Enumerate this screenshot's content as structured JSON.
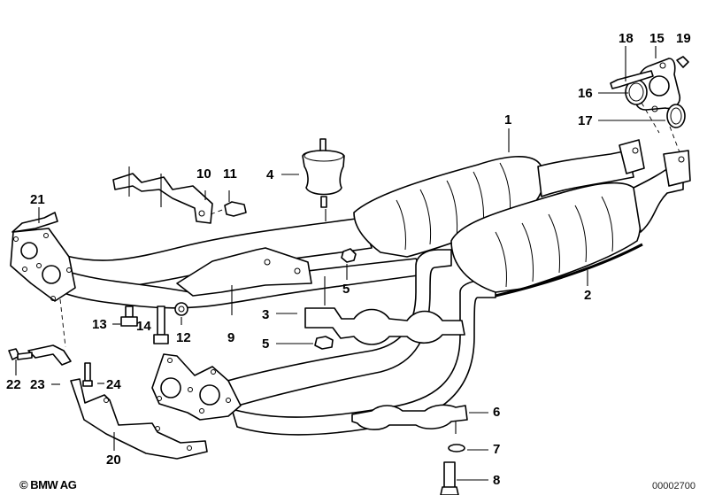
{
  "diagram": {
    "subject": "Catalytic converter / front exhaust pipe assembly",
    "diagram_number": "00002700",
    "copyright": "© BMW AG"
  },
  "callouts": [
    {
      "id": "1",
      "label": "1",
      "part": "catalytic-converter-upper"
    },
    {
      "id": "2",
      "label": "2",
      "part": "catalytic-converter-lower"
    },
    {
      "id": "3",
      "label": "3",
      "part": "pipe-clamp-bracket"
    },
    {
      "id": "4",
      "label": "4",
      "part": "rubber-mount"
    },
    {
      "id": "5a",
      "label": "5",
      "part": "hex-nut-upper"
    },
    {
      "id": "5b",
      "label": "5",
      "part": "hex-nut-lower"
    },
    {
      "id": "6",
      "label": "6",
      "part": "lower-clamp-bracket"
    },
    {
      "id": "7",
      "label": "7",
      "part": "washer"
    },
    {
      "id": "8",
      "label": "8",
      "part": "bolt"
    },
    {
      "id": "9",
      "label": "9",
      "part": "support-bracket"
    },
    {
      "id": "10",
      "label": "10",
      "part": "upper-clamp"
    },
    {
      "id": "11",
      "label": "11",
      "part": "hex-bolt"
    },
    {
      "id": "12",
      "label": "12",
      "part": "flange-nut"
    },
    {
      "id": "13",
      "label": "13",
      "part": "hex-bolt-short"
    },
    {
      "id": "14",
      "label": "14",
      "part": "hex-bolt-long"
    },
    {
      "id": "15",
      "label": "15",
      "part": "flange-gasket"
    },
    {
      "id": "16",
      "label": "16",
      "part": "sealing-ring"
    },
    {
      "id": "17",
      "label": "17",
      "part": "sealing-ring-2"
    },
    {
      "id": "18",
      "label": "18",
      "part": "flange-bolt"
    },
    {
      "id": "19",
      "label": "19",
      "part": "flange-nut-2"
    },
    {
      "id": "20",
      "label": "20",
      "part": "gearbox-bracket"
    },
    {
      "id": "21",
      "label": "21",
      "part": "manifold-bracket"
    },
    {
      "id": "22",
      "label": "22",
      "part": "bracket-bolt"
    },
    {
      "id": "23",
      "label": "23",
      "part": "holder"
    },
    {
      "id": "24",
      "label": "24",
      "part": "small-bolt"
    }
  ]
}
